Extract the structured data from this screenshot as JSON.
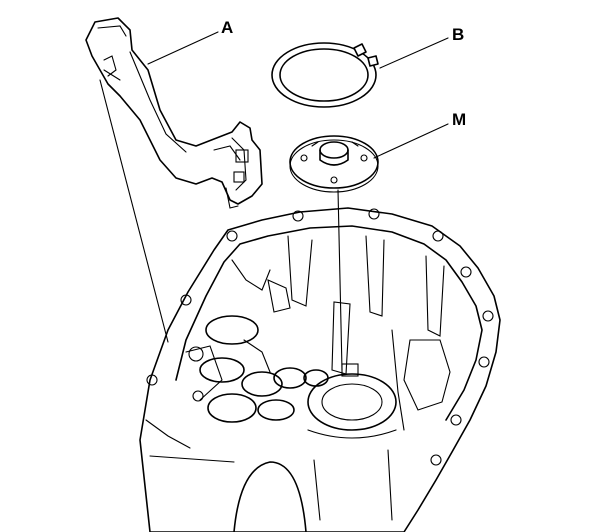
{
  "labels": {
    "a": "A",
    "b": "B",
    "m": "M"
  },
  "colors": {
    "line": "#000000",
    "background": "#ffffff"
  }
}
